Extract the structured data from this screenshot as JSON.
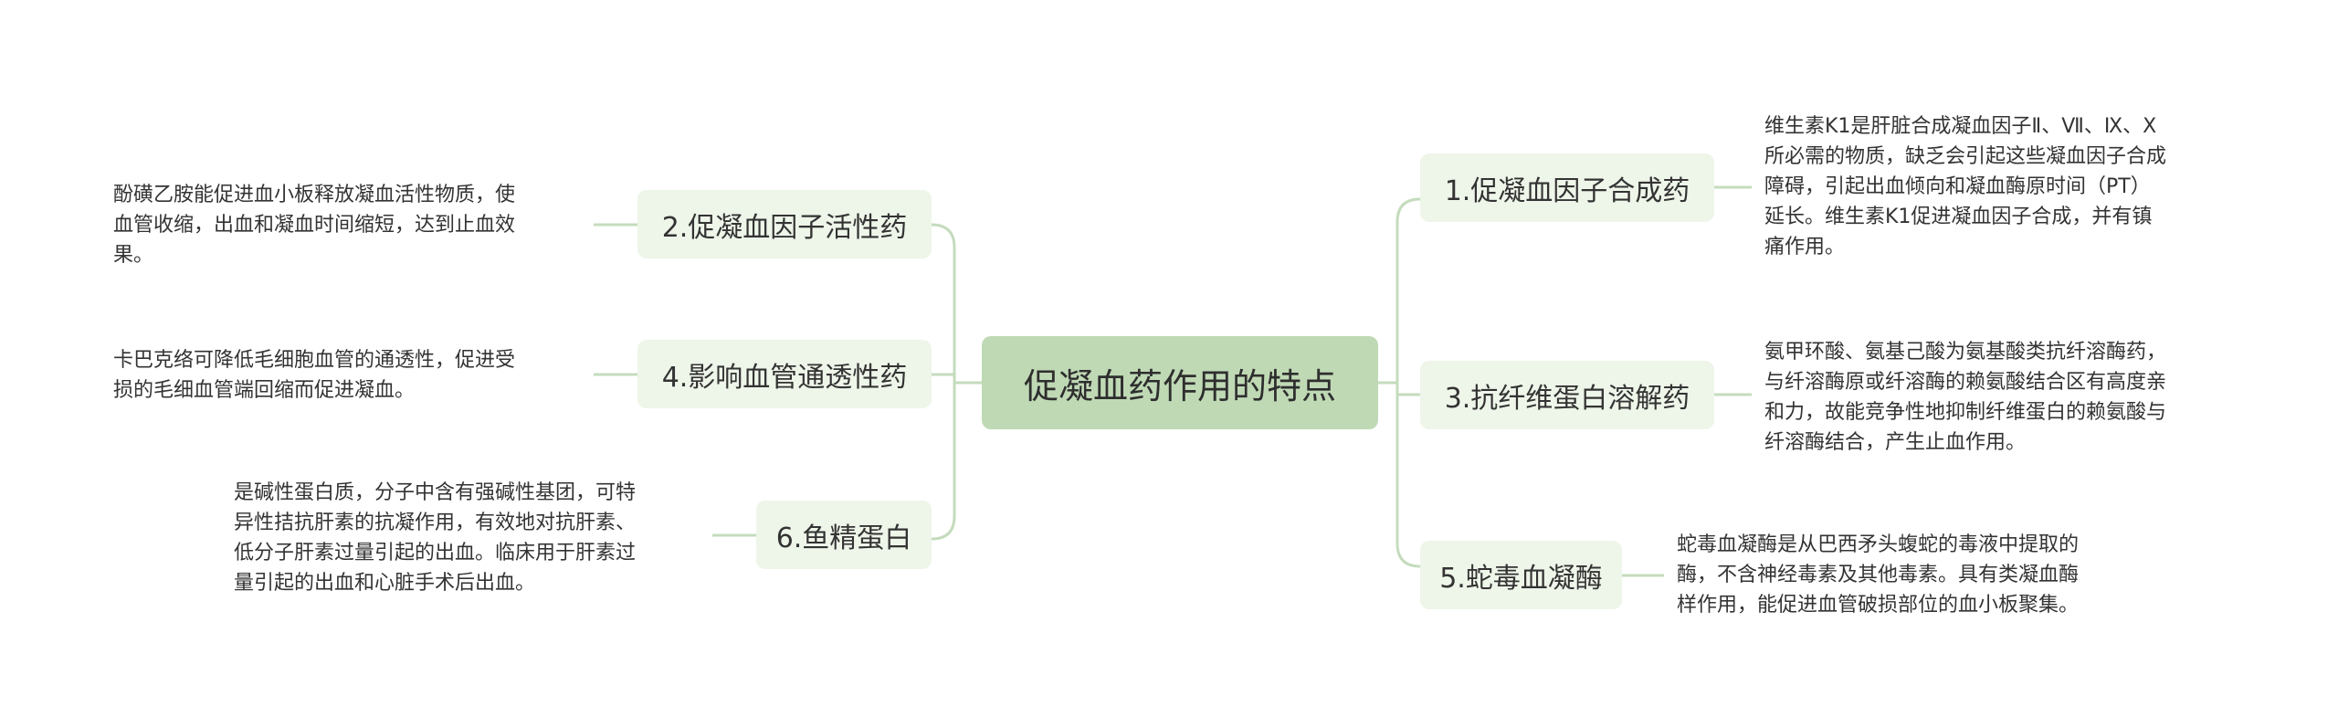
{
  "colors": {
    "center_fill": "#bfd9b5",
    "branch_fill": "#eef5e9",
    "connector": "#c4dcbd",
    "text": "#333333"
  },
  "mindmap": {
    "root": "促凝血药作用的特点",
    "branches": [
      {
        "label": "1.促凝血因子合成药",
        "detail": "维生素K1是肝脏合成凝血因子Ⅱ、Ⅶ、Ⅸ、Ⅹ\n所必需的物质，缺乏会引起这些凝血因子合成\n障碍，引起出血倾向和凝血酶原时间（PT）\n延长。维生素K1促进凝血因子合成，并有镇\n痛作用。"
      },
      {
        "label": "2.促凝血因子活性药",
        "detail": "酚磺乙胺能促进血小板释放凝血活性物质，使\n血管收缩，出血和凝血时间缩短，达到止血效\n果。"
      },
      {
        "label": "3.抗纤维蛋白溶解药",
        "detail": "氨甲环酸、氨基己酸为氨基酸类抗纤溶酶药，\n与纤溶酶原或纤溶酶的赖氨酸结合区有高度亲\n和力，故能竞争性地抑制纤维蛋白的赖氨酸与\n纤溶酶结合，产生止血作用。"
      },
      {
        "label": "4.影响血管通透性药",
        "detail": "卡巴克络可降低毛细胞血管的通透性，促进受\n损的毛细血管端回缩而促进凝血。"
      },
      {
        "label": "5.蛇毒血凝酶",
        "detail": "蛇毒血凝酶是从巴西矛头蝮蛇的毒液中提取的\n酶，不含神经毒素及其他毒素。具有类凝血酶\n样作用，能促进血管破损部位的血小板聚集。"
      },
      {
        "label": "6.鱼精蛋白",
        "detail": "是碱性蛋白质，分子中含有强碱性基团，可特\n异性拮抗肝素的抗凝作用，有效地对抗肝素、\n低分子肝素过量引起的出血。临床用于肝素过\n量引起的出血和心脏手术后出血。"
      }
    ]
  }
}
